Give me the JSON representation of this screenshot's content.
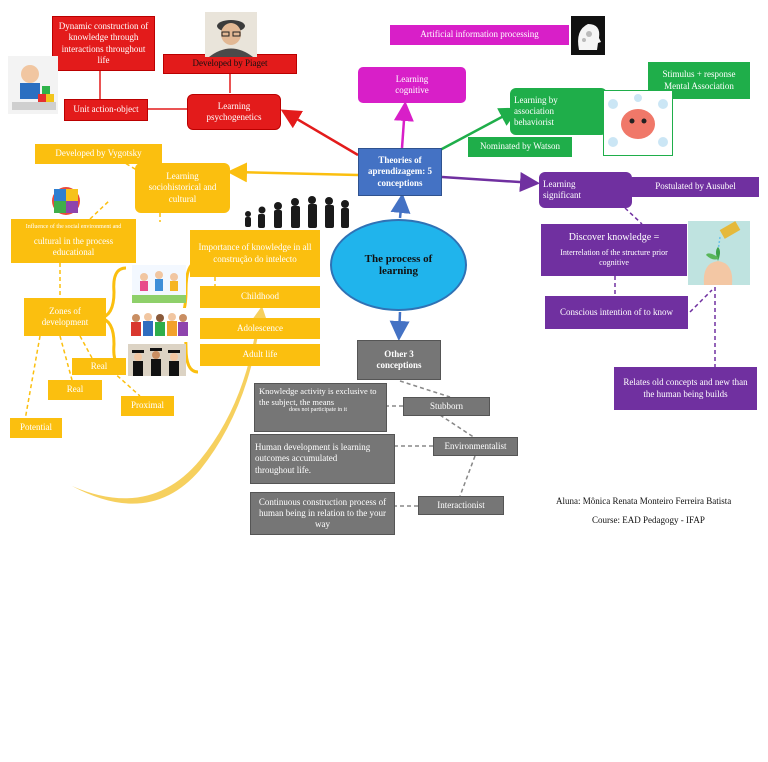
{
  "center": "The process of learning",
  "theories": "Theories of aprendizagem: 5 conceptions",
  "other3": "Other 3 conceptions",
  "psychogenetics": {
    "title": "Learning psychogenetics",
    "piaget": "Developed by Piaget",
    "dynamic": "Dynamic construction of knowledge through interactions throughout life",
    "unit": "Unit action-object"
  },
  "cognitive": {
    "title": "Learning cognitive",
    "artificial": "Artificial information processing"
  },
  "behaviorist": {
    "title": "Learning by association behaviorist",
    "stimulus": "Stimulus + response Mental Association",
    "watson": "Nominated by Watson"
  },
  "significant": {
    "title": "Learning significant",
    "ausubel": "Postulated by Ausubel",
    "discover_title": "Discover knowledge =",
    "discover_body": "Interrelation of the structure prior cognitive",
    "conscious": "Conscious intention of to know",
    "relates": "Relates old concepts and new than the human being builds"
  },
  "sociohistorical": {
    "title": "Learning sociohistorical and cultural",
    "vygotsky": "Developed by Vygotsky",
    "influence": "Influence of the social environment and",
    "cultural": "cultural in the process educational",
    "zones": "Zones of development",
    "real1": "Real",
    "real2": "Real",
    "proximal": "Proximal",
    "potential": "Potential",
    "importance": "Importance of knowledge in all construção do intelecto",
    "childhood": "Childhood",
    "adolescence": "Adolescence",
    "adult": "Adult life"
  },
  "other": {
    "stubborn": "Stubborn",
    "stubborn_desc_a": "Knowledge activity is exclusive to the subject, the means",
    "stubborn_desc_b": "does not participate in it",
    "environmentalist": "Environmentalist",
    "environmentalist_desc": "Human development is learning outcomes accumulated throughout life.",
    "interactionist": "Interactionist",
    "interactionist_desc": "Continuous construction process of human being in relation to the your way"
  },
  "credits": {
    "student": "Aluna: Mônica Renata Monteiro Ferreira Batista",
    "course": "Course: EAD Pedagogy - IFAP"
  },
  "colors": {
    "red": "#e31b1b",
    "magenta": "#d81fc8",
    "green": "#1fae4a",
    "yellow": "#fbbf0f",
    "purple": "#7030a0",
    "gray": "#767676",
    "blue": "#4472c4",
    "cyan": "#20b4ec"
  }
}
